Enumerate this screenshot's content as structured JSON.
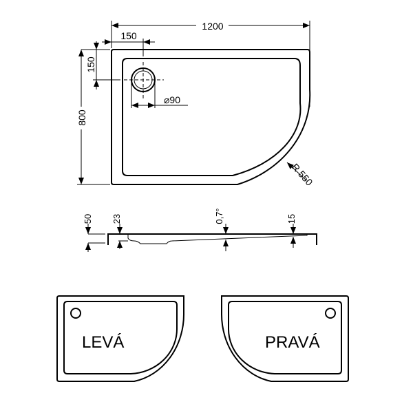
{
  "top_view": {
    "width_label": "1200",
    "drain_offset_x_label": "150",
    "drain_offset_y_label": "150",
    "depth_label": "800",
    "drain_diameter_label": "⌀90",
    "radius_label": "R 550"
  },
  "side_view": {
    "height_label": "50",
    "rim_label": "23",
    "slope_label": "0,7°",
    "edge_label": "15"
  },
  "variants": {
    "left_label": "LEVÁ",
    "right_label": "PRAVÁ"
  }
}
